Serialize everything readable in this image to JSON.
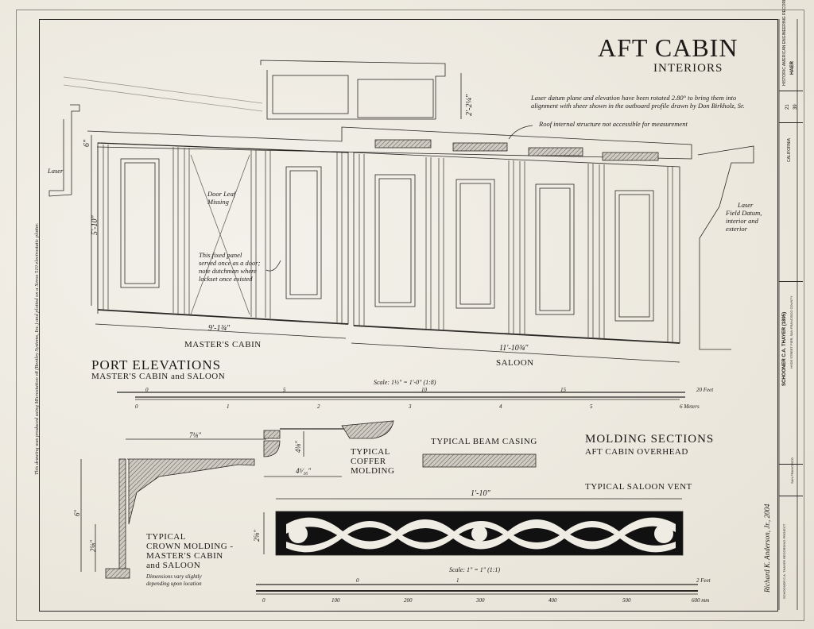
{
  "sheet": {
    "title": "AFT CABIN",
    "subtitle": "INTERIORS",
    "colors": {
      "paper": "#efece4",
      "ink": "#1b1a17",
      "hatch_fill": "#c9c5bc"
    }
  },
  "notes": {
    "laser_rotation": "Laser datum plane and elevation have been rotated 2.80° to bring them into alignment with sheer shown in the outboard profile drawn by Don Birkholz, Sr.",
    "roof_structure": "Roof internal structure not accessible for measurement",
    "door_leaf": "Door Leaf Missing",
    "fixed_panel": "This fixed panel served once as a door; note dutchman where lockset once existed",
    "laser_left": "Laser",
    "laser_right_title": "Laser",
    "laser_right_body": "Field Datum, interior and exterior",
    "dimensions_vary": "Dimensions vary slightly depending upon location",
    "production_note": "This drawing was produced using Microstation v8 (Bentley Systems, Inc.) and plotted on a Xerox 510 electrostatic plotter."
  },
  "elevation": {
    "dims": {
      "skylight_height": "2'-2¼\"",
      "cornice": "6\"",
      "wall_height": "5'-10\"",
      "masters_cabin_length": "9'-1¾\"",
      "saloon_length": "11'-10¾\""
    },
    "labels": {
      "masters_cabin": "MASTER'S CABIN",
      "saloon": "SALOON"
    },
    "heading": "PORT ELEVATIONS",
    "subheading": "MASTER'S CABIN and SALOON"
  },
  "scale_1_8": {
    "label": "Scale: 1½\" = 1'-0\" (1:8)",
    "feet_ticks": [
      "0",
      "5",
      "10",
      "15",
      "20 Feet"
    ],
    "meter_ticks": [
      "0",
      "1",
      "2",
      "3",
      "4",
      "5",
      "6 Meters"
    ]
  },
  "moldings": {
    "crown": {
      "width": "7⅛\"",
      "height": "6\"",
      "lower": "2⅝\"",
      "title_lines": [
        "TYPICAL",
        "CROWN MOLDING -",
        "MASTER'S CABIN",
        "and SALOON"
      ]
    },
    "coffer": {
      "height": "4⅛\"",
      "width": "4⁵⁄₁₆\"",
      "title_lines": [
        "TYPICAL",
        "COFFER",
        "MOLDING"
      ]
    },
    "beam": {
      "title": "TYPICAL BEAM CASING"
    },
    "heading": "MOLDING SECTIONS",
    "subheading": "AFT CABIN OVERHEAD",
    "vent": {
      "title": "TYPICAL SALOON VENT",
      "length": "1'-10\"",
      "height": "2⅝\""
    }
  },
  "scale_1_1": {
    "label": "Scale: 1\" = 1\" (1:1)",
    "inch_ticks": [
      "0",
      "1",
      "2 Feet"
    ],
    "mm_ticks": [
      "0",
      "100",
      "200",
      "300",
      "400",
      "500",
      "600 mm"
    ]
  },
  "title_block": {
    "agency": "HISTORIC AMERICAN ENGINEERING RECORD",
    "survey": "HAER",
    "sheet_num": "21",
    "sheet_of": "39",
    "state": "CALIFORNIA",
    "vessel": "SCHOONER C.A. THAYER (1895)",
    "location": "HYDE STREET PIER, SAN FRANCISCO COUNTY",
    "project": "SCHOONER C.A. THAYER RECORDING PROJECT",
    "delineator": "Richard K. Anderson, Jr., 2004",
    "city": "SAN FRANCISCO"
  }
}
